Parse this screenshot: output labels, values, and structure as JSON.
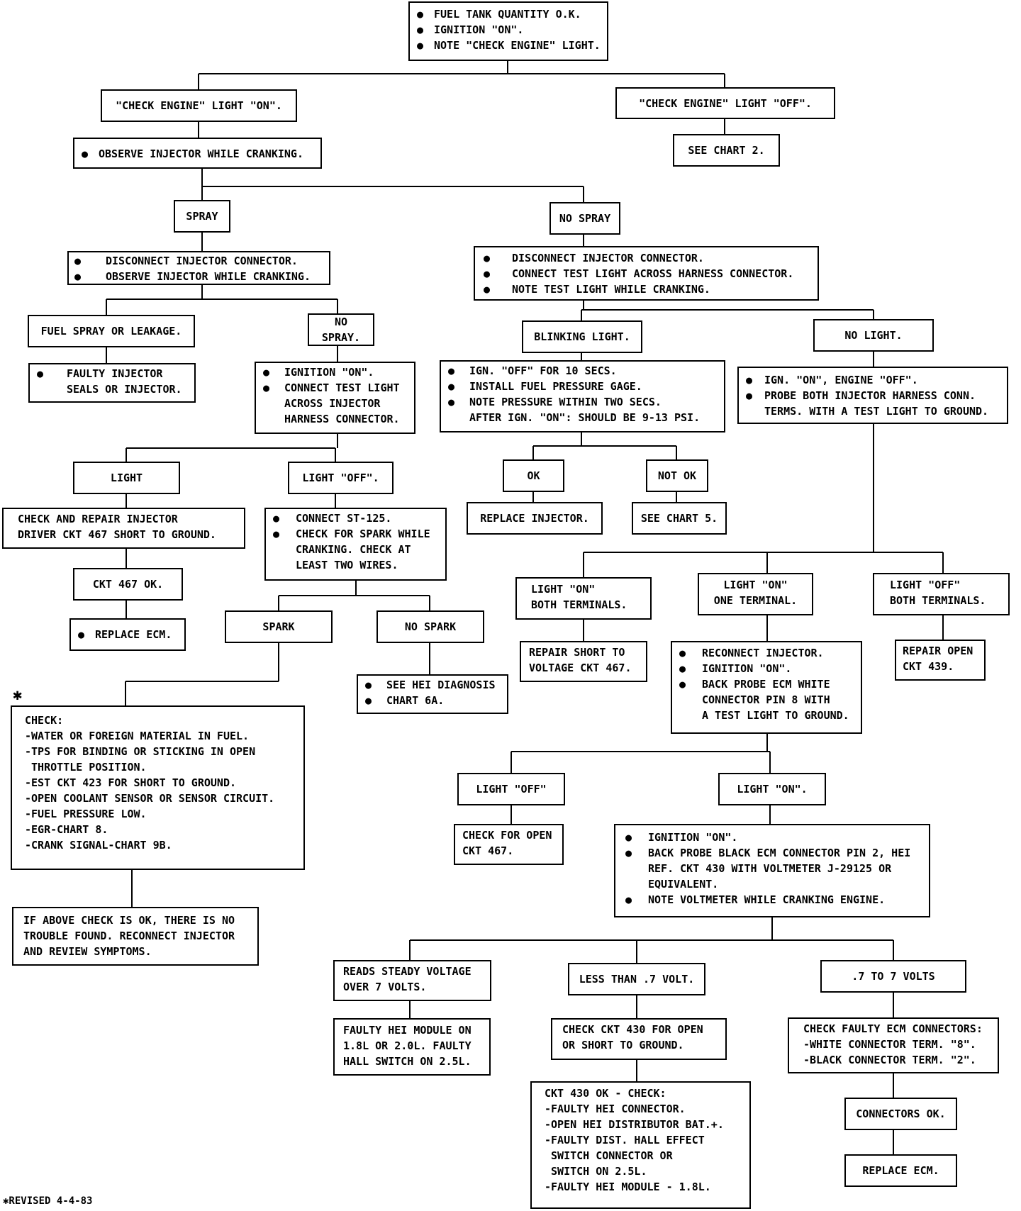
{
  "start": [
    "FUEL TANK QUANTITY O.K.",
    "IGNITION \"ON\".",
    "NOTE \"CHECK ENGINE\" LIGHT."
  ],
  "cel_on": "\"CHECK ENGINE\" LIGHT \"ON\".",
  "cel_off": "\"CHECK ENGINE\" LIGHT \"OFF\".",
  "see_chart_2": "SEE CHART 2.",
  "observe_injector": "OBSERVE INJECTOR WHILE CRANKING.",
  "spray": "SPRAY",
  "no_spray": "NO SPRAY",
  "spray_steps": [
    "DISCONNECT INJECTOR CONNECTOR.",
    "OBSERVE INJECTOR WHILE CRANKING."
  ],
  "nospray_steps": [
    "DISCONNECT INJECTOR CONNECTOR.",
    "CONNECT TEST LIGHT ACROSS HARNESS CONNECTOR.",
    "NOTE TEST LIGHT WHILE CRANKING."
  ],
  "fuel_leak": "FUEL SPRAY OR LEAKAGE.",
  "no_spray_2": "NO SPRAY.",
  "faulty_injector": [
    "FAULTY INJECTOR",
    "SEALS OR INJECTOR."
  ],
  "ign_test": [
    "IGNITION \"ON\".",
    "CONNECT TEST LIGHT",
    "ACROSS INJECTOR",
    "HARNESS CONNECTOR."
  ],
  "blinking": "BLINKING LIGHT.",
  "no_light": "NO LIGHT.",
  "fuel_pressure": [
    "IGN. \"OFF\" FOR 10 SECS.",
    "INSTALL FUEL PRESSURE GAGE.",
    "NOTE PRESSURE WITHIN TWO SECS.",
    "AFTER IGN. \"ON\": SHOULD BE 9-13 PSI."
  ],
  "probe_both": [
    "IGN. \"ON\", ENGINE \"OFF\".",
    "PROBE BOTH INJECTOR HARNESS CONN.",
    "TERMS. WITH A TEST LIGHT TO GROUND."
  ],
  "light": "LIGHT",
  "light_off": "LIGHT \"OFF\".",
  "ok": "OK",
  "not_ok": "NOT OK",
  "replace_injector": "REPLACE INJECTOR.",
  "see_chart_5": "SEE CHART 5.",
  "check_repair_467": [
    "CHECK AND REPAIR INJECTOR",
    "DRIVER CKT 467 SHORT TO GROUND."
  ],
  "st125": [
    "CONNECT ST-125.",
    "CHECK FOR SPARK WHILE",
    "CRANKING. CHECK AT",
    "LEAST TWO WIRES."
  ],
  "ckt467ok": "CKT 467 OK.",
  "replace_ecm_1": "REPLACE ECM.",
  "spark": "SPARK",
  "no_spark": "NO SPARK",
  "hei_diag": [
    "SEE HEI DIAGNOSIS",
    "CHART 6A."
  ],
  "light_on_both": [
    "LIGHT \"ON\"",
    "BOTH TERMINALS."
  ],
  "light_on_one": [
    "LIGHT \"ON\"",
    "ONE TERMINAL."
  ],
  "light_off_both": [
    "LIGHT \"OFF\"",
    "BOTH TERMINALS."
  ],
  "repair_short": [
    "REPAIR SHORT TO",
    "VOLTAGE CKT 467."
  ],
  "repair_open": [
    "REPAIR OPEN",
    "CKT 439."
  ],
  "reconnect": [
    "RECONNECT INJECTOR.",
    "IGNITION \"ON\".",
    "BACK PROBE ECM WHITE",
    "CONNECTOR PIN 8 WITH",
    "A TEST LIGHT TO GROUND."
  ],
  "asterisk": "✱",
  "check_list": [
    "CHECK:",
    "-WATER OR FOREIGN MATERIAL IN FUEL.",
    "-TPS FOR BINDING OR STICKING IN OPEN",
    " THROTTLE POSITION.",
    "-EST CKT 423 FOR SHORT TO GROUND.",
    "-OPEN COOLANT SENSOR OR SENSOR CIRCUIT.",
    "-FUEL PRESSURE LOW.",
    "-EGR-CHART 8.",
    "-CRANK SIGNAL-CHART 9B."
  ],
  "no_trouble": [
    "IF ABOVE CHECK IS OK, THERE IS NO",
    "TROUBLE FOUND. RECONNECT INJECTOR",
    "AND REVIEW SYMPTOMS."
  ],
  "light_off_q": "LIGHT \"OFF\"",
  "light_on_q": "LIGHT \"ON\".",
  "check_open_467": [
    "CHECK FOR OPEN",
    "CKT 467."
  ],
  "ign_voltmeter": [
    {
      "bullet": true,
      "text": "IGNITION \"ON\"."
    },
    {
      "bullet": true,
      "text": "BACK PROBE BLACK ECM CONNECTOR PIN 2, HEI"
    },
    {
      "bullet": false,
      "text": "REF. CKT 430 WITH VOLTMETER J-29125 OR"
    },
    {
      "bullet": false,
      "text": "EQUIVALENT."
    },
    {
      "bullet": true,
      "text": "NOTE VOLTMETER WHILE CRANKING ENGINE."
    }
  ],
  "steady": [
    "READS STEADY VOLTAGE",
    "OVER 7 VOLTS."
  ],
  "less_than": "LESS THAN .7 VOLT.",
  "seven_to_7": ".7 TO 7 VOLTS",
  "faulty_hei": [
    "FAULTY HEI MODULE ON",
    "1.8L OR 2.0L. FAULTY",
    "HALL SWITCH ON 2.5L."
  ],
  "check_430": [
    "CHECK CKT 430 FOR OPEN",
    "OR SHORT TO GROUND."
  ],
  "faulty_ecm_conn": [
    "CHECK FAULTY ECM CONNECTORS:",
    "-WHITE CONNECTOR TERM. \"8\".",
    "-BLACK CONNECTOR TERM. \"2\"."
  ],
  "ckt430ok": [
    "CKT 430 OK - CHECK:",
    "-FAULTY HEI CONNECTOR.",
    "-OPEN HEI DISTRIBUTOR BAT.+.",
    "-FAULTY DIST. HALL EFFECT",
    " SWITCH CONNECTOR OR",
    " SWITCH ON 2.5L.",
    "-FAULTY HEI MODULE - 1.8L."
  ],
  "connectors_ok": "CONNECTORS OK.",
  "replace_ecm_2": "REPLACE ECM.",
  "revised": "✱REVISED 4-4-83"
}
